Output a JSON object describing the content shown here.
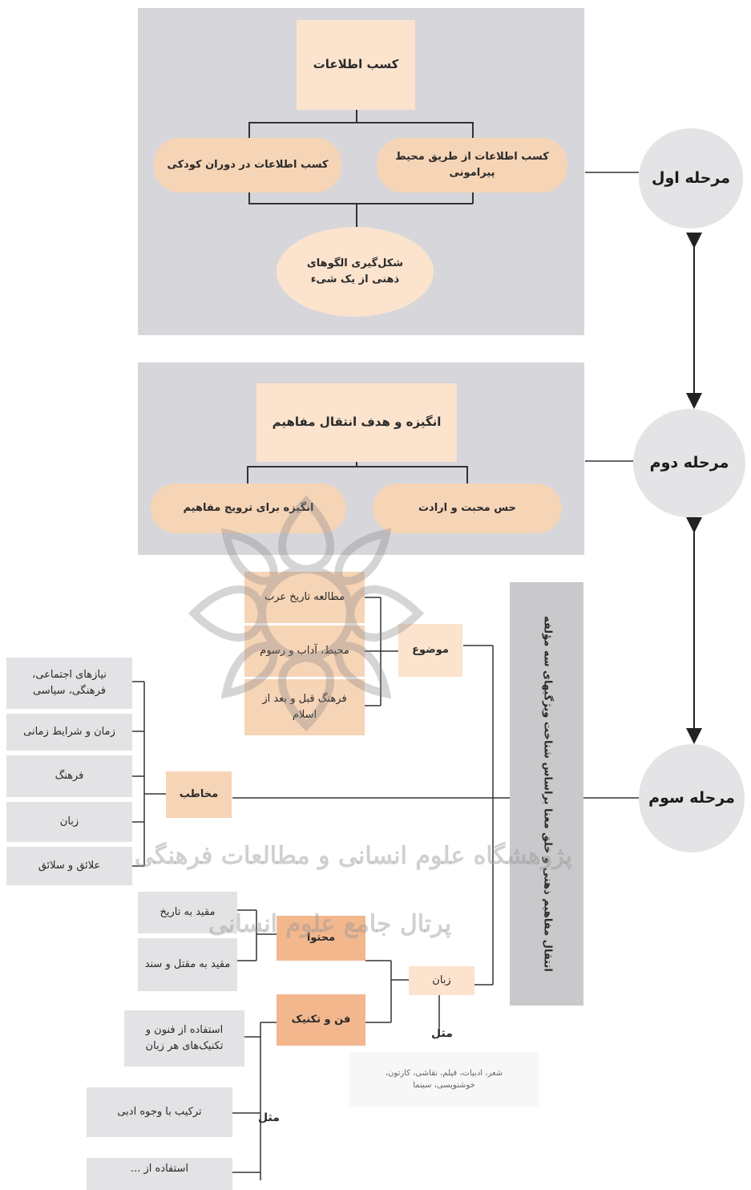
{
  "phases": {
    "phase1": "مرحله اول",
    "phase2": "مرحله دوم",
    "phase3": "مرحله سوم"
  },
  "stage1": {
    "title": "کسب اطلاعات",
    "right_node": "کسب اطلاعات از طریق محیط پیرامونی",
    "left_node": "کسب اطلاعات در دوران کودکی",
    "result": "شکل‌گیری الگوهای ذهنی از یک شیء"
  },
  "stage2": {
    "title": "انگیزه و هدف انتقال مفاهیم",
    "right_node": "حس محبت و ارادت",
    "left_node": "انگیزه برای ترویج مفاهیم"
  },
  "stage3": {
    "vertical_label": "انتقال مفاهیم ذهنی و خلق معنا براساس شناخت ویژگیهای سه مؤلفه",
    "subject": {
      "label": "موضوع",
      "items": [
        "مطالعه تاریخ عرب",
        "محیط، آداب و رسوم",
        "فرهنگ قبل و بعد از اسلام"
      ]
    },
    "audience": {
      "label": "مخاطب",
      "items": [
        "نیازهای اجتماعی، فرهنگی، سیاسی",
        "زمان و شرایط زمانی",
        "فرهنگ",
        "زبان",
        "علائق و سلائق"
      ]
    },
    "language": {
      "label": "زبان",
      "content": {
        "label": "محتوا",
        "items": [
          "مقید به تاریخ",
          "مقید به مقتل و سند"
        ]
      },
      "technique": {
        "label": "فن و تکنیک",
        "items": [
          "استفاده از فنون و تکنیک‌های هر زبان",
          "ترکیب با وجوه ادبی",
          "استفاده از ..."
        ],
        "example_label": "مثل"
      },
      "example_label": "مثل",
      "examples": "شعر، ادبیات، فیلم، نقاشی، کارتون، خوشنویسی، سینما"
    }
  },
  "watermark": {
    "line1": "پژوهشگاه علوم انسانی و مطالعات فرهنگی",
    "line2": "پرتال جامع علوم انسانی"
  },
  "colors": {
    "panel": "#d6d6db",
    "peach": "#f6d4b6",
    "peach_strong": "#f3b78e",
    "phase_circle": "#e4e4e7"
  }
}
